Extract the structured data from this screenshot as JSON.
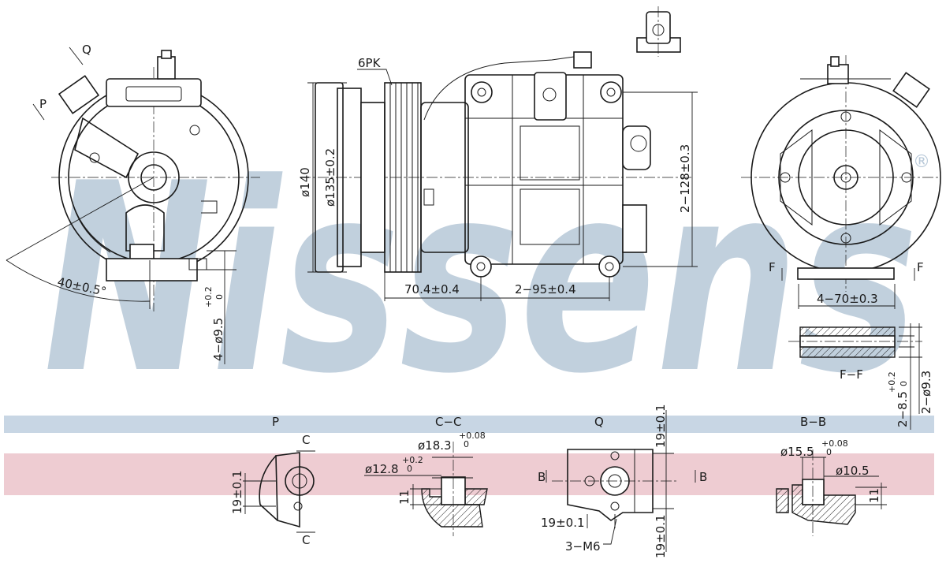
{
  "colors": {
    "watermark": "#b7c8d8",
    "band_blue": "#c8d6e4",
    "band_red": "#eeccd2",
    "ink": "#1a1a1a"
  },
  "watermark": {
    "text": "Nissens",
    "registered": "®"
  },
  "labels": {
    "q_arrow": "Q",
    "p_arrow": "P",
    "angle": "40±0.5°",
    "pulley": "6PK",
    "dia140": "ø140",
    "dia135": "ø135±0.2",
    "h128": "2−128±0.3",
    "w70_4": "70.4±0.4",
    "w95": "2−95±0.4",
    "bolt_dia": "4−ø9.5",
    "bolt_dia_tol": "+0.2",
    "bolt_dia_tol0": "0",
    "f_left": "F",
    "f_right": "F",
    "w70": "4−70±0.3",
    "ff": "F−F",
    "t85": "2−8.5",
    "t85_tol": "+0.2",
    "t85_tol0": "0",
    "t93": "2−ø9.3"
  },
  "sections": {
    "p": {
      "title": "P",
      "cut_top": "C",
      "cut_bottom": "C",
      "dim": "19±0.1"
    },
    "cc": {
      "title": "C−C",
      "d18": "ø18.3",
      "d18_tol": "+0.08",
      "d18_tol0": "0",
      "d12": "ø12.8",
      "d12_tol": "+0.2",
      "d12_tol0": "0",
      "h11": "11"
    },
    "q": {
      "title": "Q",
      "b_left": "B",
      "b_right": "B",
      "dim_v_top": "19±0.1",
      "dim_h": "19±0.1",
      "m6": "3−M6",
      "dim_v_bottom": "19±0.1"
    },
    "bb": {
      "title": "B−B",
      "d15": "ø15.5",
      "d15_tol": "+0.08",
      "d15_tol0": "0",
      "d10": "ø10.5",
      "h11": "11"
    }
  }
}
